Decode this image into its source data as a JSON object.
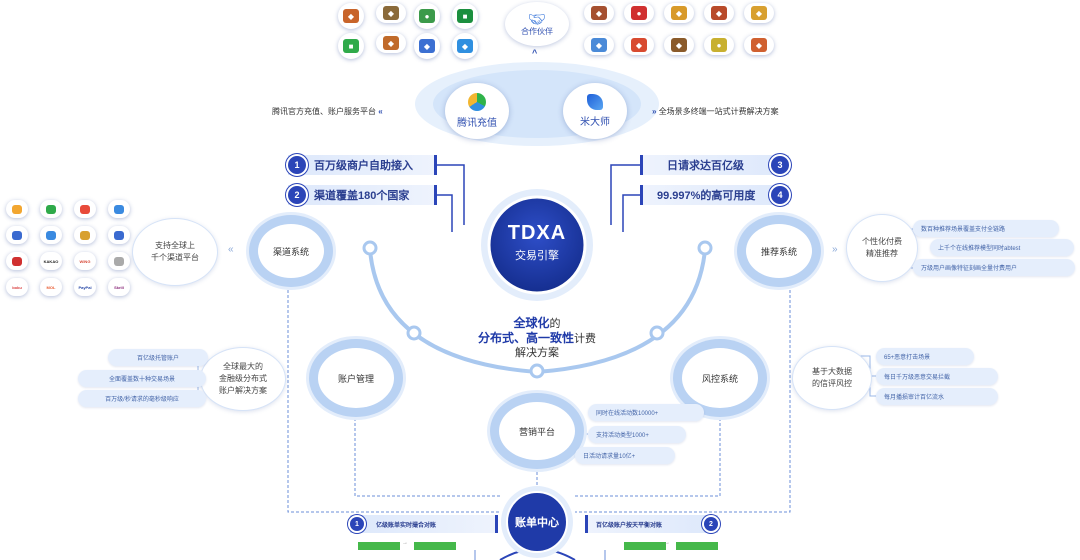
{
  "partner_center": {
    "label": "合作伙伴",
    "chevron": "^"
  },
  "partner_icons": [
    {
      "name": "game-icon-1",
      "color": "#c8642a",
      "glyph": "◆",
      "label": ""
    },
    {
      "name": "game-icon-2",
      "color": "#8a6a3a",
      "glyph": "◆",
      "label": ""
    },
    {
      "name": "game-icon-3",
      "color": "#3b9a4a",
      "glyph": "●",
      "label": ""
    },
    {
      "name": "game-icon-4",
      "color": "#1b8f3f",
      "glyph": "■",
      "label": ""
    },
    {
      "name": "wechat-icon",
      "color": "#2faa4a",
      "glyph": "■",
      "label": ""
    },
    {
      "name": "game-icon-5",
      "color": "#c06a2a",
      "glyph": "◆",
      "label": ""
    },
    {
      "name": "guangsutong-icon",
      "color": "#3b6fd2",
      "glyph": "◆",
      "label": ""
    },
    {
      "name": "cloud-icon",
      "color": "#2f8fe0",
      "glyph": "◆",
      "label": ""
    },
    {
      "name": "game-icon-6",
      "color": "#a55030",
      "glyph": "◆",
      "label": ""
    },
    {
      "name": "game-icon-7",
      "color": "#d03030",
      "glyph": "●",
      "label": ""
    },
    {
      "name": "game-icon-8",
      "color": "#d89a2a",
      "glyph": "◆",
      "label": ""
    },
    {
      "name": "game-icon-9",
      "color": "#b84a2a",
      "glyph": "◆",
      "label": ""
    },
    {
      "name": "game-icon-10",
      "color": "#d8a030",
      "glyph": "◆",
      "label": ""
    },
    {
      "name": "game-icon-11",
      "color": "#4a8ad8",
      "glyph": "◆",
      "label": ""
    },
    {
      "name": "game-icon-12",
      "color": "#d84a30",
      "glyph": "◆",
      "label": ""
    },
    {
      "name": "game-icon-13",
      "color": "#8a5a2a",
      "glyph": "◆",
      "label": ""
    },
    {
      "name": "game-icon-14",
      "color": "#c8b030",
      "glyph": "●",
      "label": ""
    },
    {
      "name": "game-icon-15",
      "color": "#d06030",
      "glyph": "◆",
      "label": ""
    }
  ],
  "brand_left": {
    "name": "腾讯充值",
    "caption": "腾讯官方充值、账户服务平台",
    "arrows": "«"
  },
  "brand_right": {
    "name": "米大师",
    "caption": "全场景多终端一站式计费解决方案",
    "arrows": "»"
  },
  "features": [
    {
      "num": "1",
      "text": "百万级商户自助接入"
    },
    {
      "num": "2",
      "text": "渠道覆盖180个国家"
    },
    {
      "num": "3",
      "text": "日请求达百亿级"
    },
    {
      "num": "4",
      "text": "99.997%的高可用度"
    }
  ],
  "core": {
    "title": "TDXA",
    "subtitle": "交易引擎"
  },
  "tagline": {
    "line1_a": "全球化",
    "line1_b": "的",
    "line2_a": "分布式、高一致性",
    "line2_b": "计费",
    "line3": "解决方案"
  },
  "systems": {
    "channel": {
      "label": "渠道系统",
      "desc": "支持全球上\n千个渠道平台",
      "arrows": "«"
    },
    "recommend": {
      "label": "推荐系统",
      "desc": "个性化付费\n精准推荐",
      "arrows": "»",
      "pills": [
        "数百种推荐场景覆盖支付全链路",
        "上千个在线推荐模型同时abtest",
        "万级用户画像特征刻画全量付费用户"
      ]
    },
    "account": {
      "label": "账户管理",
      "desc": "全球最大的\n金融级分布式\n账户解决方案",
      "pills": [
        "百亿级托管账户",
        "全面覆盖数十种交易场景",
        "百万级/秒请求的毫秒级响应"
      ]
    },
    "risk": {
      "label": "风控系统",
      "desc": "基于大数据\n的信评风控",
      "pills": [
        "65+恶意打击场景",
        "每日千万级恶意交易拦截",
        "每月播损审计百亿流水"
      ]
    },
    "marketing": {
      "label": "营销平台",
      "pills": [
        "同时在线活动数10000+",
        "支持活动类型1000+",
        "日活动请求量10亿+"
      ]
    },
    "billing": {
      "label": "账单中心",
      "left": {
        "num": "1",
        "text": "亿级账单实时撮合对账"
      },
      "right": {
        "num": "2",
        "text": "百亿级账户按天平衡对账"
      }
    }
  },
  "payment_icons": [
    {
      "name": "alipay-icon",
      "color": "#f2a630"
    },
    {
      "name": "wechat-pay-icon",
      "color": "#2faa4a"
    },
    {
      "name": "qq-icon",
      "color": "#e84a3a"
    },
    {
      "name": "tenpay-icon",
      "color": "#3a8ae0"
    },
    {
      "name": "unionpay-icon",
      "color": "#3a6ad0"
    },
    {
      "name": "wallet-icon",
      "color": "#3a8ae0"
    },
    {
      "name": "bank-icon",
      "color": "#d8a030"
    },
    {
      "name": "card-icon",
      "color": "#3a6ad0"
    },
    {
      "name": "telecom-icon",
      "color": "#d03030"
    },
    {
      "name": "kakao-icon",
      "color": "#222222",
      "text": "KAKAO"
    },
    {
      "name": "wing-icon",
      "color": "#d84a3a",
      "text": "WING"
    },
    {
      "name": "dot-icon",
      "color": "#aaaaaa"
    },
    {
      "name": "boku-icon",
      "color": "#d83a3a",
      "text": "boku"
    },
    {
      "name": "mol-icon",
      "color": "#e85a30",
      "text": "MOL"
    },
    {
      "name": "paypal-icon",
      "color": "#2a4aa8",
      "text": "PayPal"
    },
    {
      "name": "skrill-icon",
      "color": "#8a2a7a",
      "text": "Skrill"
    }
  ]
}
